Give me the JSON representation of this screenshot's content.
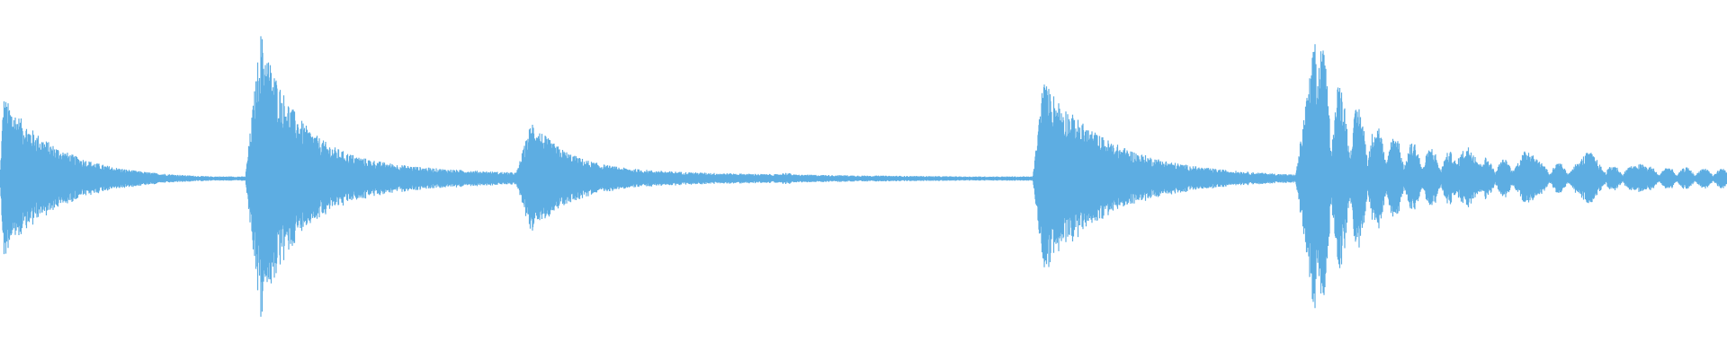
{
  "waveform": {
    "color": "#5DADE2",
    "background": "#FFFFFF",
    "bursts": [
      {
        "start": 0.0,
        "peak": 0.002,
        "amp": 0.56,
        "decay": 0.03,
        "tail": 0.045,
        "freq": 1.0
      },
      {
        "start": 0.142,
        "peak": 0.151,
        "amp": 1.0,
        "decay": 0.02,
        "tail": 0.1,
        "freq": 1.0
      },
      {
        "start": 0.298,
        "peak": 0.308,
        "amp": 0.4,
        "decay": 0.02,
        "tail": 0.16,
        "freq": 0.9
      },
      {
        "start": 0.598,
        "peak": 0.604,
        "amp": 0.67,
        "decay": 0.035,
        "tail": 0.08,
        "freq": 1.0
      },
      {
        "start": 0.75,
        "peak": 0.762,
        "amp": 1.0,
        "decay": 0.028,
        "tail": 0.25,
        "freq": 0.35
      }
    ],
    "noise_floor": 0.015,
    "sub_bursts": [
      {
        "center": 0.25,
        "amp": 0.05
      },
      {
        "center": 0.455,
        "amp": 0.04
      },
      {
        "center": 0.85,
        "amp": 0.22
      },
      {
        "center": 0.885,
        "amp": 0.2
      },
      {
        "center": 0.92,
        "amp": 0.18
      },
      {
        "center": 0.95,
        "amp": 0.1
      }
    ]
  }
}
